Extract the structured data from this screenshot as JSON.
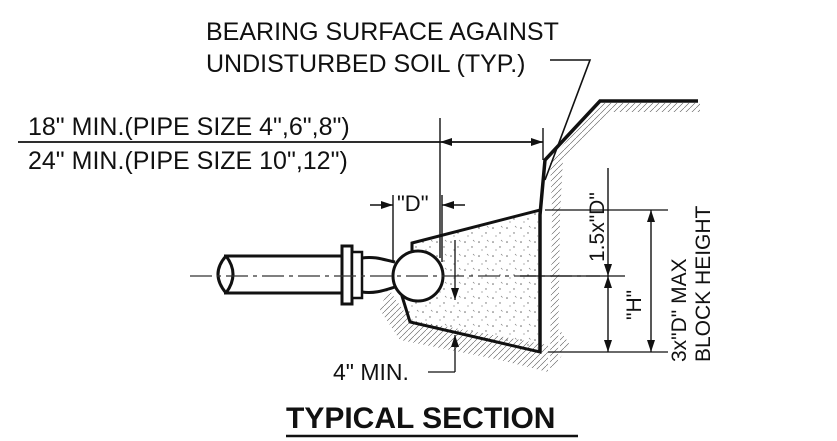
{
  "notes": {
    "bearing_line1": "BEARING SURFACE AGAINST",
    "bearing_line2": "UNDISTURBED SOIL (TYP.)",
    "min_18": "18\" MIN.(PIPE SIZE 4\",6\",8\")",
    "min_24": "24\" MIN.(PIPE SIZE 10\",12\")",
    "dim_d": "\"D\"",
    "dim_15d": "1.5x\"D\"",
    "dim_h": "\"H\"",
    "max_height_line1": "3x\"D\" MAX",
    "max_height_line2": "BLOCK HEIGHT",
    "min_4": "4\" MIN."
  },
  "title": "TYPICAL SECTION"
}
